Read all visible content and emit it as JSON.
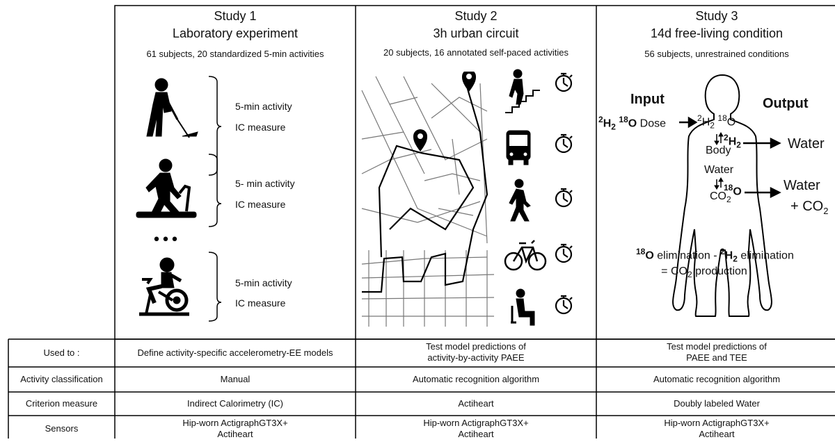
{
  "studies": [
    {
      "title": "Study 1",
      "subtitle": "Laboratory experiment",
      "desc": "61 subjects, 20 standardized 5-min activities",
      "activities": [
        {
          "line1": "5-min activity",
          "line2": "IC measure"
        },
        {
          "line1": "5- min activity",
          "line2": "IC measure"
        },
        {
          "line1": "5-min activity",
          "line2": "IC measure"
        }
      ],
      "ellipsis": "•••"
    },
    {
      "title": "Study 2",
      "subtitle": "3h urban circuit",
      "desc": "20 subjects, 16 annotated self-paced activities",
      "activity_icons": [
        "stairs-icon",
        "bus-icon",
        "walking-icon",
        "bicycle-icon",
        "sitting-icon"
      ]
    },
    {
      "title": "Study 3",
      "subtitle": "14d free-living condition",
      "desc": "56 subjects, unrestrained conditions",
      "input_label": "Input",
      "output_label": "Output",
      "dose": {
        "pre": "2",
        "h": "H",
        "h_sub": "2",
        "o_pre": "18",
        "o": "O",
        "word": " Dose"
      },
      "body_isotopes": {
        "h_pre": "2",
        "h": "H",
        "h_sub": "2",
        "o_pre": "18",
        "o": "O"
      },
      "h_out": {
        "pre": "2",
        "h": "H",
        "sub": "2"
      },
      "o_out": {
        "pre": "18",
        "o": "O"
      },
      "body_water_1": "Body",
      "body_water_2": "Water",
      "co2": {
        "base": "CO",
        "sub": "2"
      },
      "water_out": "Water",
      "water_co2_1": "Water",
      "water_co2_2": "+ CO",
      "water_co2_sub": "2",
      "elimination": {
        "o_pre": "18",
        "o": "O",
        "mid": " elimination - ",
        "h_pre": "2",
        "h": "H",
        "h_sub": "2",
        "tail": " elimination"
      },
      "production": {
        "pre": "= CO",
        "sub": "2",
        "post": " production"
      }
    }
  ],
  "table": {
    "rows": [
      {
        "label": "Used to :",
        "c1": "Define activity-specific accelerometry-EE models",
        "c2a": "Test model predictions of",
        "c2b": "activity-by-activity PAEE",
        "c3a": "Test model predictions of",
        "c3b": "PAEE and TEE"
      },
      {
        "label": "Activity classification",
        "c1": "Manual",
        "c2": "Automatic recognition algorithm",
        "c3": "Automatic recognition algorithm"
      },
      {
        "label": "Criterion measure",
        "c1": "Indirect Calorimetry (IC)",
        "c2": "Actiheart",
        "c3": "Doubly labeled Water"
      },
      {
        "label": "Sensors",
        "c1a": "Hip-worn ActigraphGT3X+",
        "c1b": "Actiheart",
        "c2a": "Hip-worn ActigraphGT3X+",
        "c2b": "Actiheart",
        "c3a": "Hip-worn ActigraphGT3X+",
        "c3b": "Actiheart"
      }
    ]
  }
}
